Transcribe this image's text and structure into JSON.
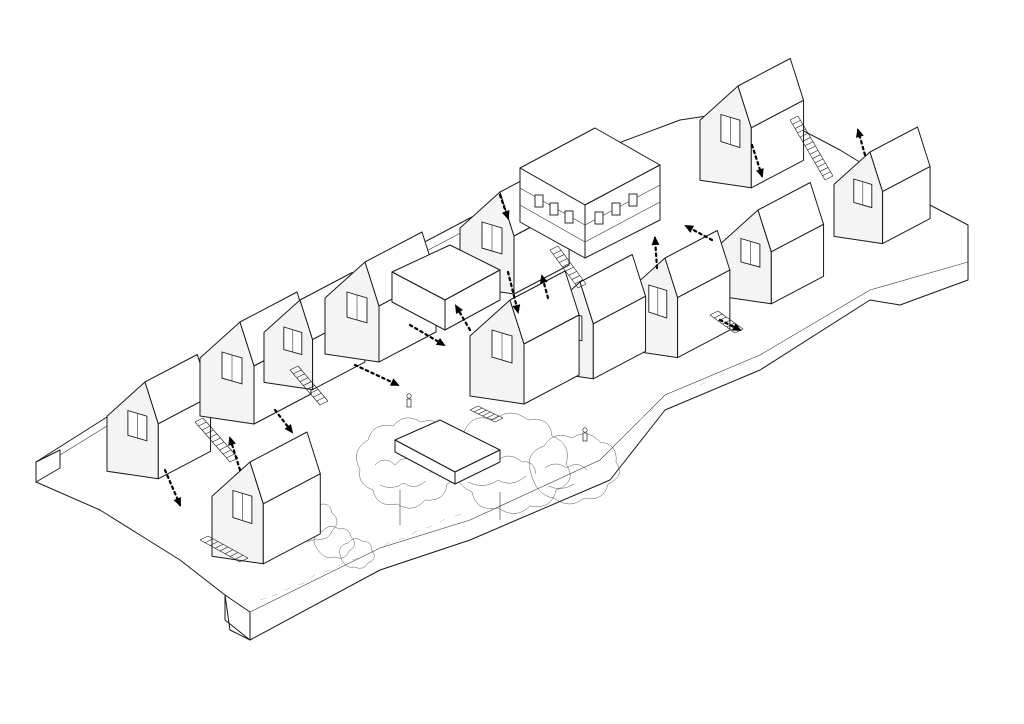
{
  "drawing": {
    "type": "axonometric architectural diagram",
    "line_color": "#1a1a1a",
    "background_color": "#ffffff",
    "arrow_color": "#000000",
    "arrow_count": 14,
    "houses_with_gabled_roofs": 11
  }
}
